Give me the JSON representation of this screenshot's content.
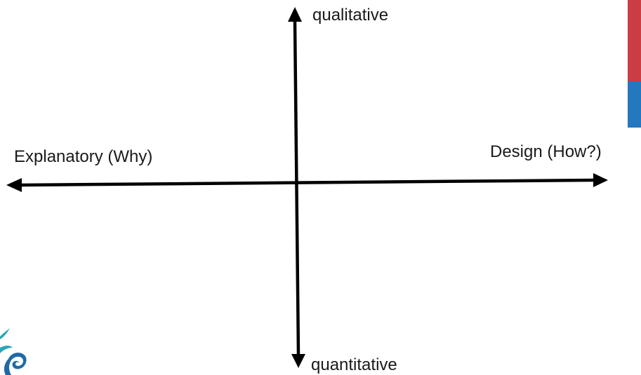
{
  "axes": {
    "vertical": {
      "top_label": "qualitative",
      "bottom_label": "quantitative"
    },
    "horizontal": {
      "left_label": "Explanatory (Why)",
      "right_label": "Design (How?)"
    }
  },
  "colors": {
    "axis_line": "#000000",
    "label_text": "#1a1a1a",
    "edge_bar_top": "#cc3d43",
    "edge_bar_bottom": "#2478c0",
    "logo_teal": "#2aa6b8",
    "logo_blue": "#1e6aa8"
  },
  "decorations": {
    "edge_bar_icon": "color-bar-fragment",
    "logo_icon": "swirl-logo-fragment"
  }
}
